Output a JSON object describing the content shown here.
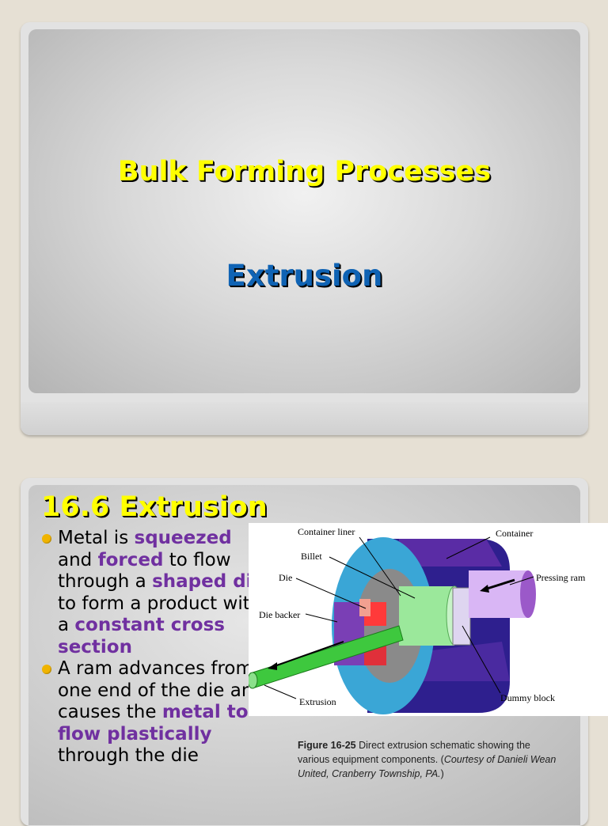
{
  "slide1": {
    "title": "Bulk Forming Processes",
    "subtitle": "Extrusion"
  },
  "slide2": {
    "heading": "16.6 Extrusion",
    "bullet1": {
      "p1": "Metal is ",
      "h1": "squeezed",
      "p2": " and ",
      "h2": "forced",
      "p3": " to flow through a ",
      "h3": "shaped die",
      "p4": " to form a product with a ",
      "h4": "constant cross section"
    },
    "bullet2": {
      "p1": "A ram advances from one end of the die and causes the ",
      "h1": "metal to flow plastically",
      "p2": " through the die"
    },
    "figure": {
      "labels": {
        "container_liner": "Container liner",
        "container": "Container",
        "billet": "Billet",
        "die": "Die",
        "pressing_ram": "Pressing ram",
        "die_backer": "Die backer",
        "extrusion": "Extrusion",
        "dummy_block": "Dummy block"
      },
      "caption_label": "Figure 16-25",
      "caption_text": " Direct extrusion schematic showing the various equipment components. (",
      "caption_credit": "Courtesy of Danieli Wean United, Cranberry Township, PA.",
      "caption_end": ")"
    },
    "colors": {
      "highlight": "#7030a0",
      "title_yellow": "#ffff00",
      "subtitle_blue": "#0f63b4",
      "bullet_dot": "#f0b400"
    }
  }
}
